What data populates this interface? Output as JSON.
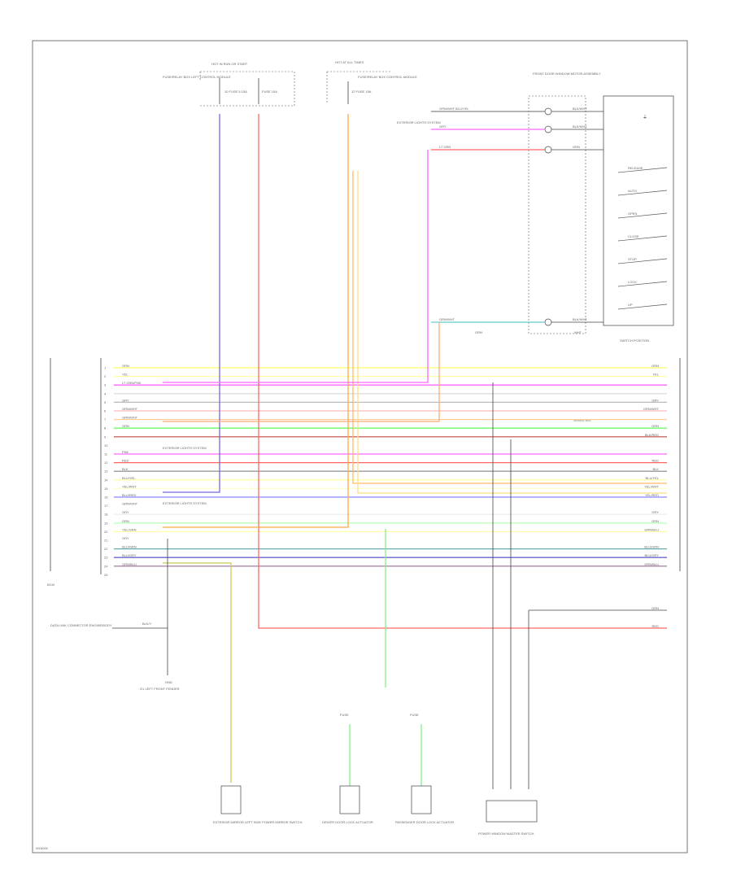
{
  "diagram": {
    "footer_code": "W16000",
    "modules": {
      "left_top": {
        "header": "HOT IN RUN OR START",
        "description": "FUSE/RELAY BOX LEFT CONTROL MODULE",
        "pin_a": "10 FUSE 5 15A",
        "pin_b": "FUSE 15A"
      },
      "mid_top": {
        "header": "HOT AT ALL TIMES",
        "description": "FUSE/RELAY BOX CONTROL MODULE",
        "pin_a": "12 FUSE 15A"
      },
      "right_top": {
        "title": "FRONT DOOR WINDOW MOTOR ASSEMBLY",
        "note": "EXTERIOR LIGHTS SYSTEM",
        "switch_title": "SWITCH POSITION",
        "switch_positions": [
          "RELEASE",
          "AUTO",
          "OPEN",
          "CLOSE",
          "STOP",
          "LOCK",
          "UP"
        ],
        "grounds": [
          "GRN",
          "WHT"
        ]
      },
      "main": {
        "label": "BCM",
        "notes": [
          "EXTERIOR LIGHTS SYSTEM",
          "EXTERIOR LIGHTS SYSTEM"
        ],
        "side_note": "SPEED SIG"
      },
      "bottom": [
        {
          "title": "EXTERIOR MIRROR LEFT SIDE POWER MIRROR SWITCH"
        },
        {
          "title": "DRIVER DOOR LOCK ACTUATOR",
          "pin": "FUSE"
        },
        {
          "title": "PASSENGER DOOR LOCK ACTUATOR",
          "pin": "FUSE"
        },
        {
          "title": "POWER WINDOW MASTER SWITCH"
        }
      ],
      "ground": {
        "source": "DATA LINK CONNECTOR ENGINE/BODY",
        "wire": "BLK/Y",
        "ground_label": "G1 LEFT FRONT FENDER",
        "pin": "GND"
      }
    },
    "wires": [
      {
        "pin": "1",
        "code": "GRN",
        "right": "GRN",
        "color": "#ffff66"
      },
      {
        "pin": "2",
        "code": "YEL",
        "right": "YEL",
        "color": "#ffffaa"
      },
      {
        "pin": "3",
        "code": "LT GRN/PNK",
        "right": "",
        "color": "#ff66ff"
      },
      {
        "pin": "4",
        "code": "",
        "right": "",
        "color": "#dddddd"
      },
      {
        "pin": "5",
        "code": "GRY",
        "right": "GRY",
        "color": "#bbbbbb"
      },
      {
        "pin": "6",
        "code": "GRN/WHT",
        "right": "GRN/WHT",
        "color": "#ffbbbb"
      },
      {
        "pin": "7",
        "code": "GRN/WHT",
        "right": "",
        "color": "#ffcc99"
      },
      {
        "pin": "8",
        "code": "GRN",
        "right": "GRN",
        "color": "#66ff66"
      },
      {
        "pin": "9",
        "code": "",
        "right": "BLK/RED",
        "color": "#cc6666"
      },
      {
        "pin": "10",
        "code": "",
        "right": "",
        "color": "#ffffff"
      },
      {
        "pin": "11",
        "code": "PNK",
        "right": "",
        "color": "#ff66ff"
      },
      {
        "pin": "12",
        "code": "RED",
        "right": "RED",
        "color": "#ff6666"
      },
      {
        "pin": "13",
        "code": "BLK",
        "right": "BLK",
        "color": "#999999"
      },
      {
        "pin": "14",
        "code": "BLU/YEL",
        "right": "BLU/YEL",
        "color": "#ffffaa"
      },
      {
        "pin": "15",
        "code": "YEL/WHT",
        "right": "YEL/WHT",
        "color": "#ffffcc"
      },
      {
        "pin": "16",
        "code": "BLU/RED",
        "right": "YEL/RED",
        "color": "#8888ff"
      },
      {
        "pin": "17",
        "code": "GRN/WHT",
        "right": "",
        "color": "#ffffff"
      },
      {
        "pin": "18",
        "code": "GRY",
        "right": "GRY",
        "color": "#eeeeee"
      },
      {
        "pin": "19",
        "code": "GRN",
        "right": "GRN",
        "color": "#bbffbb"
      },
      {
        "pin": "20",
        "code": "YEL/GRN",
        "right": "GRN/BLU",
        "color": "#ffffaa"
      },
      {
        "pin": "21",
        "code": "GRY",
        "right": "",
        "color": "#ffffff"
      },
      {
        "pin": "22",
        "code": "BLU/GRN",
        "right": "BLU/GRN",
        "color": "#66aaaa"
      },
      {
        "pin": "23",
        "code": "BLU/GRY",
        "right": "BLU/GRY",
        "color": "#6666cc"
      },
      {
        "pin": "24",
        "code": "GRN/BLU",
        "right": "GRN/BLU",
        "color": "#aa88aa"
      },
      {
        "pin": "25",
        "code": "",
        "right": "",
        "color": "#ffffff"
      }
    ],
    "right_side_wires": [
      {
        "code": "GRN",
        "color": "#444444"
      },
      {
        "code": "RED",
        "color": "#ff6666"
      }
    ],
    "top_right_wires": [
      {
        "code": "GRN/WHT BLU/YEL",
        "right": "BLK/WHT",
        "color": "#888888"
      },
      {
        "code": "GRY",
        "right": "BLK/WHT",
        "color": "#ff66ff"
      },
      {
        "code": "LT GRN",
        "right": "GRN",
        "color": "#ff6666"
      },
      {
        "code": "GRN/WHT",
        "right": "BLK/WHT",
        "color": "#66cccc"
      }
    ]
  }
}
